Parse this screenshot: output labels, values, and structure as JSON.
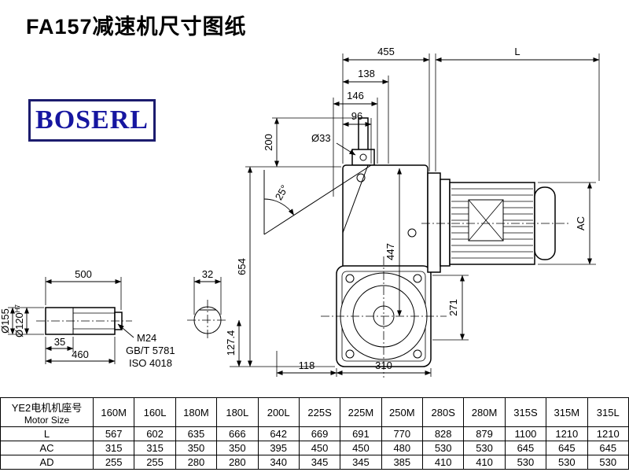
{
  "page": {
    "title": "FA157减速机尺寸图纸",
    "logo": "BOSERL"
  },
  "dims": {
    "top_455": "455",
    "top_L": "L",
    "d138": "138",
    "d146": "146",
    "d96": "96",
    "dia33": "Ø33",
    "d200": "200",
    "angle25": "25°",
    "d654": "654",
    "d447": "447",
    "ac": "AC",
    "d271": "271",
    "d500": "500",
    "d35": "35",
    "d460": "460",
    "dia155": "Ø155",
    "dia120": "Ø120",
    "dia120_tol": "H7",
    "m24": "M24",
    "gbt": "GB/T 5781",
    "iso": "ISO 4018",
    "d32": "32",
    "d127_4": "127.4",
    "d118": "118",
    "d310": "310"
  },
  "table": {
    "header_cn": "YE2电机机座号",
    "header_en": "Motor Size",
    "columns": [
      "160M",
      "160L",
      "180M",
      "180L",
      "200L",
      "225S",
      "225M",
      "250M",
      "280S",
      "280M",
      "315S",
      "315M",
      "315L"
    ],
    "rows": [
      {
        "label": "L",
        "values": [
          "567",
          "602",
          "635",
          "666",
          "642",
          "669",
          "691",
          "770",
          "828",
          "879",
          "1100",
          "1210",
          "1210"
        ]
      },
      {
        "label": "AC",
        "values": [
          "315",
          "315",
          "350",
          "350",
          "395",
          "450",
          "450",
          "480",
          "530",
          "530",
          "645",
          "645",
          "645"
        ]
      },
      {
        "label": "AD",
        "values": [
          "255",
          "255",
          "280",
          "280",
          "340",
          "345",
          "345",
          "385",
          "410",
          "410",
          "530",
          "530",
          "530"
        ]
      }
    ]
  }
}
